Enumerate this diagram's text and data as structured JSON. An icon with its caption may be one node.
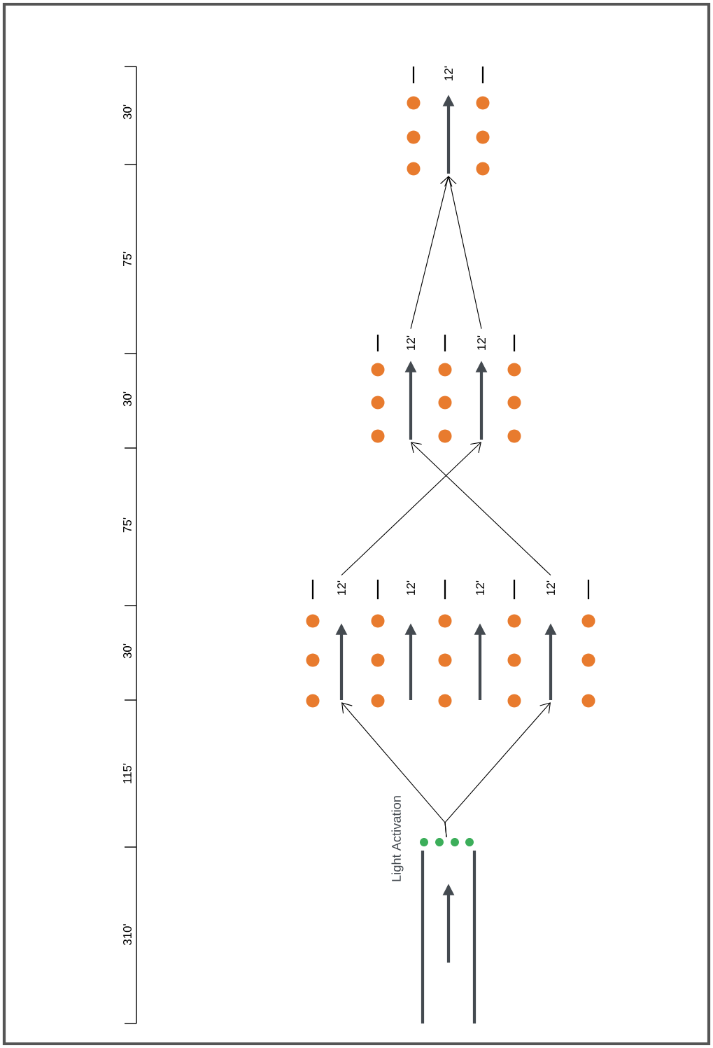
{
  "diagram": {
    "nodes": [
      {
        "text": [],
        "shape": "bar",
        "beside": [
          "Light Activation"
        ]
      },
      {
        "text": [
          "12'"
        ]
      },
      {
        "text": [
          "12'"
        ]
      },
      {
        "text": [
          "12'"
        ]
      },
      {
        "text": [
          "12'"
        ]
      },
      {
        "text": [
          "12'"
        ]
      },
      {
        "text": [
          "12'"
        ]
      },
      {
        "text": [
          "12'"
        ]
      }
    ],
    "edges": [
      {
        "from": 0,
        "to": 1,
        "arrow": "to"
      },
      {
        "from": 0,
        "to": 4,
        "arrow": "to"
      },
      {
        "from": 1,
        "to": 6,
        "arrow": "to"
      },
      {
        "from": 4,
        "to": 5,
        "arrow": "to"
      },
      {
        "from": 5,
        "to": 7,
        "arrow": "to"
      },
      {
        "from": 6,
        "to": 7,
        "arrow": "to"
      }
    ],
    "labels": [
      "30'",
      "75'",
      "30'",
      "75'",
      "30'",
      "115'",
      "310'"
    ]
  }
}
